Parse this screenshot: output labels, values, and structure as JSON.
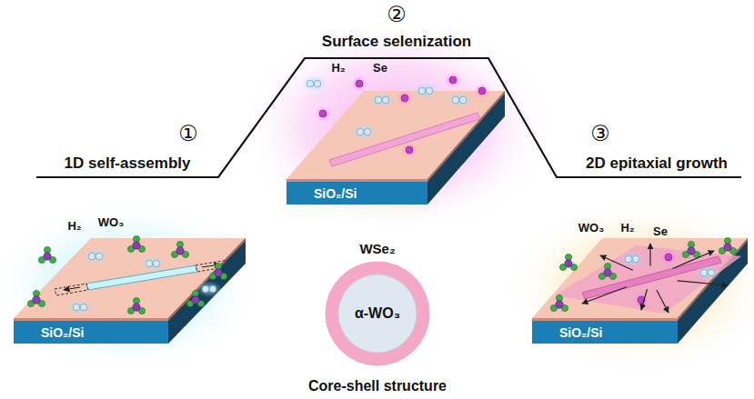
{
  "diagram": {
    "nodes": [
      {
        "text": [
          "SiO₂/Si"
        ]
      },
      {
        "text": [
          "SiO₂/Si"
        ]
      },
      {
        "text": [
          "WSe₂"
        ]
      },
      {
        "text": [
          "α-WO₃"
        ],
        "in": 2
      },
      {
        "text": [
          "SiO₂/Si"
        ]
      }
    ],
    "labels": [
      "①",
      "1D self-assembly",
      "②",
      "Surface selenization",
      "③",
      "2D epitaxial growth",
      "H₂",
      "WO₃",
      "H₂",
      "Se",
      "WO₃",
      "H₂",
      "Se",
      "Core-shell structure"
    ]
  }
}
